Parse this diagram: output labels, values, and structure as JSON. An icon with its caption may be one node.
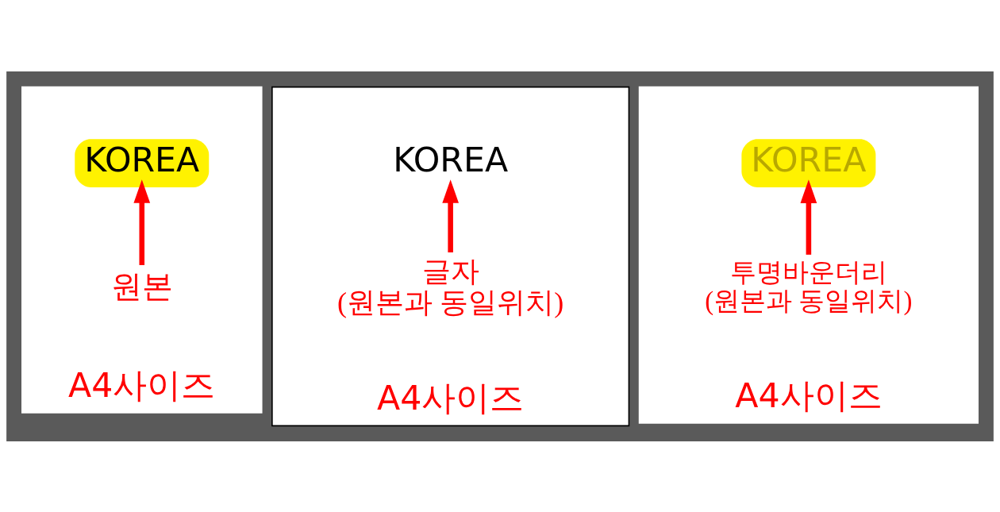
{
  "diagram": {
    "nodes": [
      {
        "text": [
          "A4사이즈"
        ]
      },
      {
        "text": [
          "KOREA"
        ],
        "in": 0
      },
      {
        "text": [
          "원본"
        ],
        "in": 0
      },
      {
        "text": [
          "A4사이즈"
        ]
      },
      {
        "text": [
          "KOREA"
        ],
        "in": 3
      },
      {
        "text": [
          "글자",
          "(원본과 동일위치)"
        ],
        "in": 3
      },
      {
        "text": [
          "A4사이즈"
        ]
      },
      {
        "text": [
          "KOREA"
        ],
        "in": 6
      },
      {
        "text": [
          "투명바운더리",
          "(원본과 동일위치)"
        ],
        "in": 6
      }
    ],
    "edges": [
      {
        "from": 2,
        "to": 1,
        "arrow": "to"
      },
      {
        "from": 5,
        "to": 4,
        "arrow": "to"
      },
      {
        "from": 8,
        "to": 7,
        "arrow": "to"
      }
    ]
  }
}
